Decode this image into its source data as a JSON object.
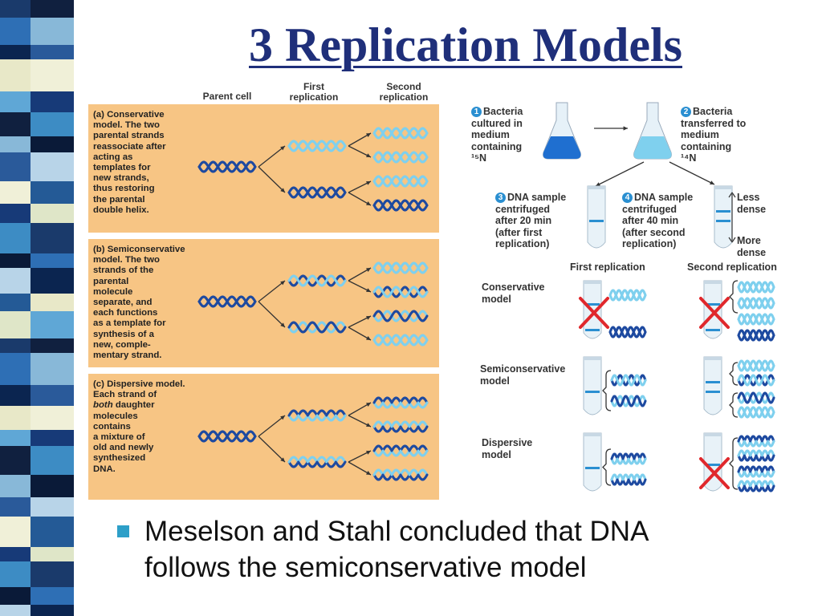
{
  "title": "3 Replication Models",
  "left_figure": {
    "headers": {
      "parent": "Parent cell",
      "first": "First\nreplication",
      "second": "Second\nreplication"
    },
    "panels": [
      {
        "id": "a",
        "text": "(a) Conservative\n     model. The two\n     parental strands\n     reassociate after\n     acting as\n     templates for\n     new strands,\n     thus restoring\n     the parental\n     double helix."
      },
      {
        "id": "b",
        "text": "(b) Semiconservative\n     model. The two\n     strands of the\n     parental\n     molecule\n     separate, and\n     each functions\n     as a template for\n     synthesis of a\n     new, comple-\n     mentary strand."
      },
      {
        "id": "c",
        "text_before": "(c) Dispersive model.\n     Each strand of\n     ",
        "text_italic": "both",
        "text_after": " daughter\n     molecules\n     contains\n     a mixture of\n     old and newly\n     synthesized\n     DNA."
      }
    ]
  },
  "right_figure": {
    "step1": {
      "num": "1",
      "text": "Bacteria\ncultured in\nmedium\ncontaining\n¹⁵N"
    },
    "step2": {
      "num": "2",
      "text": "Bacteria\ntransferred to\nmedium\ncontaining\n¹⁴N"
    },
    "step3": {
      "num": "3",
      "text": "DNA sample\ncentrifuged\nafter 20 min\n(after first\nreplication)"
    },
    "step4": {
      "num": "4",
      "text": "DNA sample\ncentrifuged\nafter 40 min\n(after second\nreplication)"
    },
    "less_dense": "Less\ndense",
    "more_dense": "More\ndense",
    "col_first": "First replication",
    "col_second": "Second replication",
    "rows": [
      "Conservative\nmodel",
      "Semiconservative\nmodel",
      "Dispersive\nmodel"
    ]
  },
  "bullet_text": "Meselson and Stahl concluded that DNA\nfollows the semiconservative model",
  "colors": {
    "title": "#1f2f7a",
    "panel": "#f7c584",
    "old_strand": "#1e4aa0",
    "new_strand": "#7fd0ee",
    "cross": "#e0282c",
    "bullet": "#2d9fc8"
  }
}
